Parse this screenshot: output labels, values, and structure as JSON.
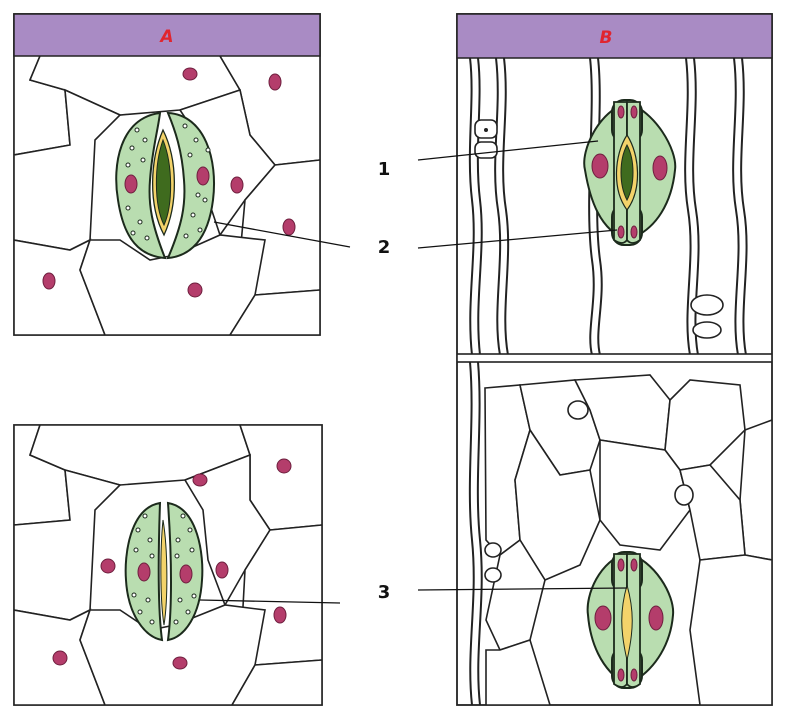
{
  "panels": {
    "a": {
      "header": "A",
      "header_color": "#a98bc4",
      "header_text_color": "#e0252f"
    },
    "b": {
      "header": "B",
      "header_color": "#a98bc4",
      "header_text_color": "#e0252f"
    }
  },
  "labels": {
    "one": "1",
    "two": "2",
    "three": "3"
  },
  "colors": {
    "guard_cell": "#b9ddb0",
    "nucleus": "#b43d6b",
    "pore": "#3f6b1e",
    "thickening": "#f3d36a"
  }
}
